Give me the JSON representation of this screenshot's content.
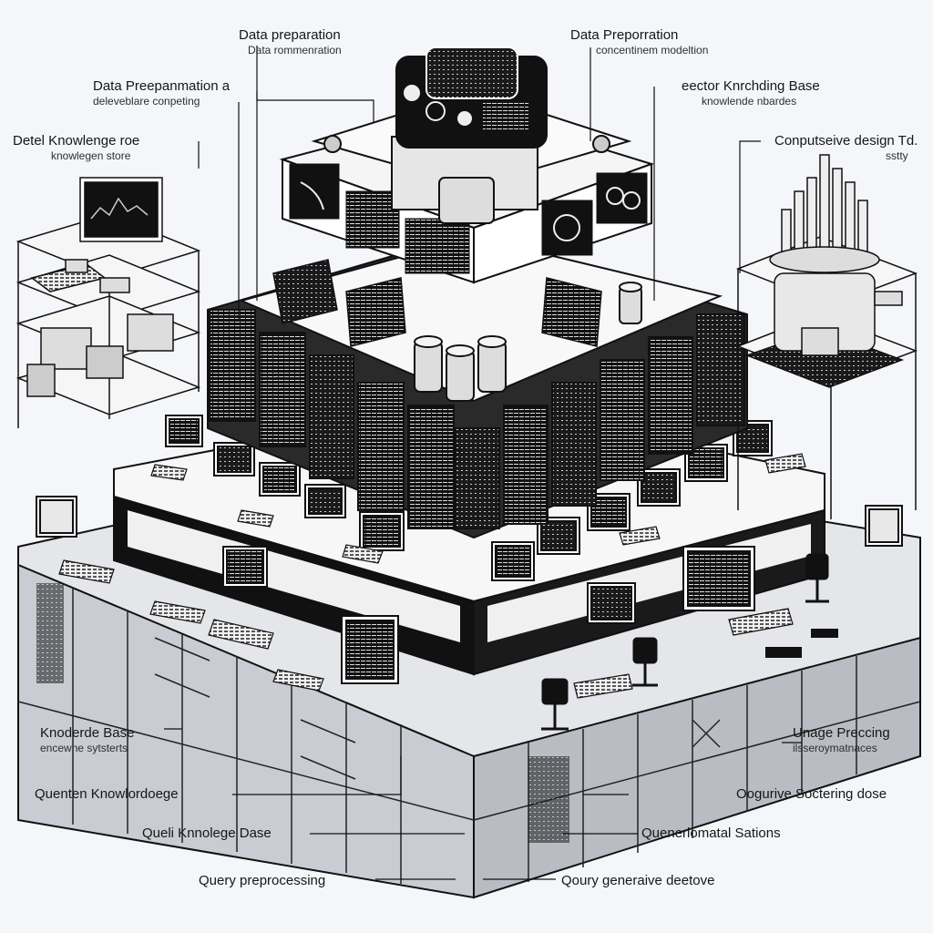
{
  "labels": {
    "top_left": {
      "title": "Data preparation",
      "subtitle": "Data rommenration"
    },
    "top_right": {
      "title": "Data Preporration",
      "subtitle": "concentinem modeltion"
    },
    "upper_left": {
      "title": "Data Preepanmation a",
      "subtitle": "deleveblare conpeting"
    },
    "upper_right": {
      "title": "eector Knrchding Base",
      "subtitle": "knowlende nbardes"
    },
    "left": {
      "title": "Detel Knowlenge roe",
      "subtitle": "knowlegen store"
    },
    "right": {
      "title": "Conputseive design Td.",
      "subtitle": "sstty"
    },
    "lower_left": {
      "title": "Knoderde Base",
      "subtitle": "encewne sytsterts"
    },
    "lower_right": {
      "title": "Unage Preccing",
      "subtitle": "ilsseroymatnaces"
    },
    "bottom_left_1": {
      "title": "Quenten Knowlordoege"
    },
    "bottom_right_1": {
      "title": "Oogurive Soctering dose"
    },
    "bottom_left_2": {
      "title": "Queli Knnolege Dase"
    },
    "bottom_right_2": {
      "title": "Quenerlomatal Sations"
    },
    "bottom_left_3": {
      "title": "Query preprocessing"
    },
    "bottom_right_3": {
      "title": "Qoury generaive deetove"
    }
  }
}
